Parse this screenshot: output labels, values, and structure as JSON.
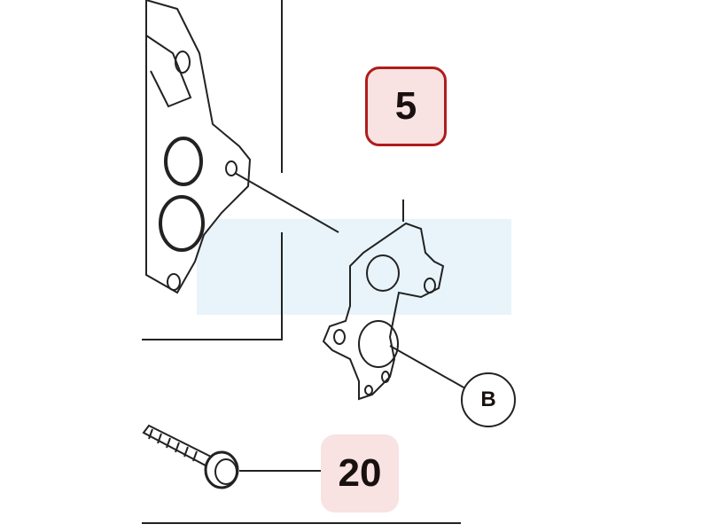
{
  "callouts": {
    "part_5": "5",
    "part_20": "20",
    "ref_b": "B"
  },
  "colors": {
    "callout_border": "#b01c1c",
    "callout_fill": "#f8e2e2",
    "watermark": "#e8f4fa"
  }
}
